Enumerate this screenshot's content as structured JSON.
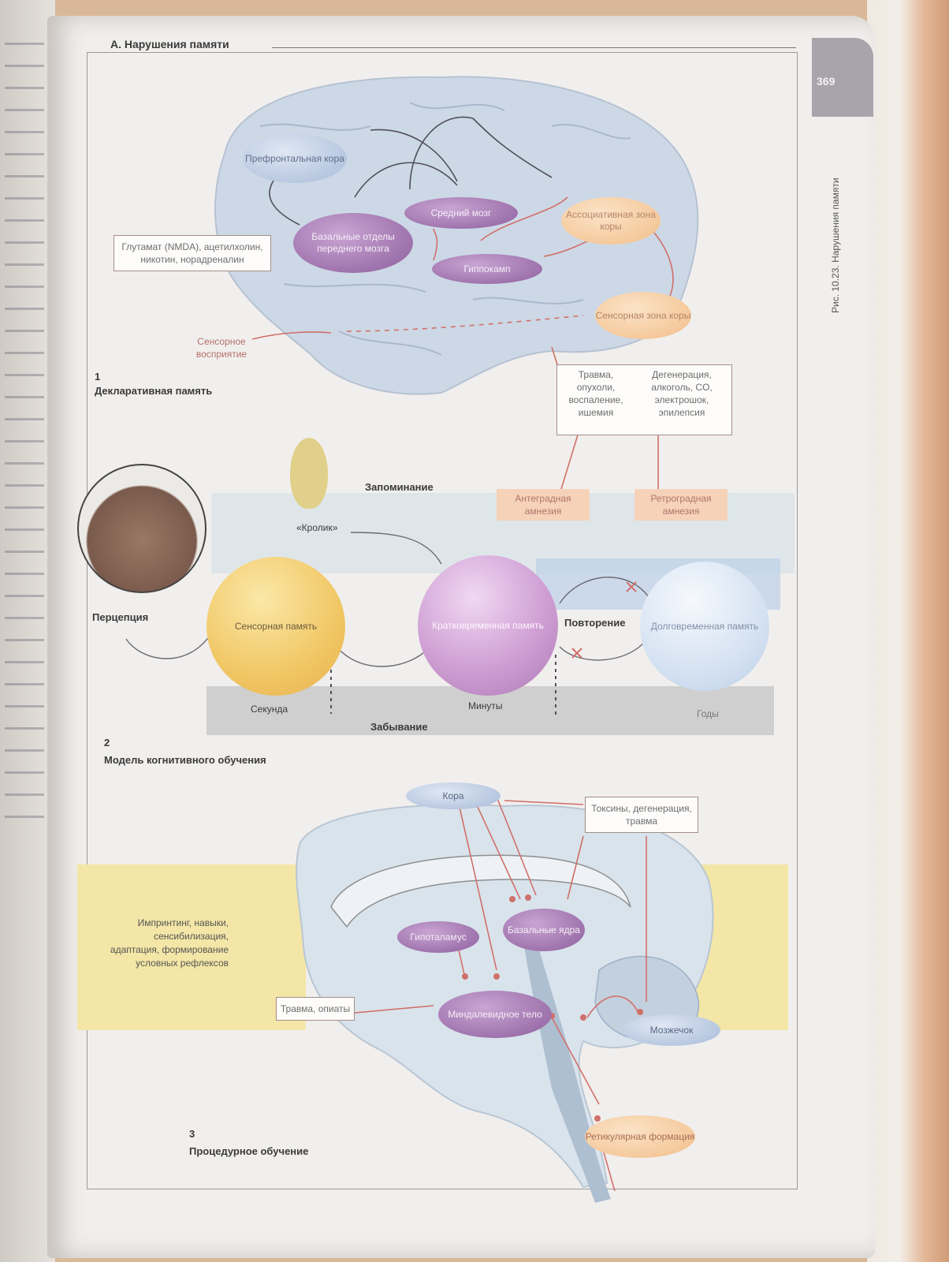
{
  "page": {
    "title": "A. Нарушения памяти",
    "page_number": "369",
    "side_caption": "Рис. 10.23. Нарушения памяти"
  },
  "panel1": {
    "number": "1",
    "caption": "Декларативная память",
    "nodes": {
      "prefrontal": "Префронтальная кора",
      "basal_forebrain": "Базальные отделы переднего мозга",
      "midbrain": "Средний мозг",
      "hippocampus": "Гиппокамп",
      "association": "Ассоциативная зона коры",
      "sensory_cortex": "Сенсорная зона коры"
    },
    "neurotransmitters": "Глутамат (NMDA), ацетилхолин, никотин, норадреналин",
    "sensory_perception": "Сенсорное восприятие"
  },
  "panel2": {
    "number": "2",
    "caption": "Модель когнитивного обучения",
    "perception": "Перцепция",
    "remembering": "Запоминание",
    "rabbit_word": "«Кролик»",
    "sensory_memory": "Сенсорная память",
    "short_term": "Кратковременная память",
    "long_term": "Долговременная память",
    "repetition": "Повторение",
    "forgetting": "Забывание",
    "second": "Секунда",
    "minutes": "Минуты",
    "years": "Годы",
    "causes_anterograde": "Травма, опухоли, воспаление, ишемия",
    "causes_retrograde": "Дегенерация, алкоголь, CO, электрошок, эпилепсия",
    "anterograde": "Антеградная амнезия",
    "retrograde": "Ретроградная амнезия"
  },
  "panel3": {
    "number": "3",
    "caption": "Процедурное обучение",
    "cortex": "Кора",
    "toxins": "Токсины, дегенерация, травма",
    "basal_ganglia": "Базальные ядра",
    "hypothalamus": "Гипоталамус",
    "amygdala": "Миндалевидное тело",
    "cerebellum": "Мозжечок",
    "reticular": "Ретикулярная формация",
    "trauma_opiates": "Травма, опиаты",
    "imprinting": "Импринтинг, навыки, сенсибилизация, адаптация, формирование условных рефлексов"
  },
  "colors": {
    "purple": "#a57bb2",
    "blue": "#b8c8e0",
    "orange": "#f5c99c",
    "arrow": "#d0706a",
    "yellow_band": "#f3e6a6"
  }
}
